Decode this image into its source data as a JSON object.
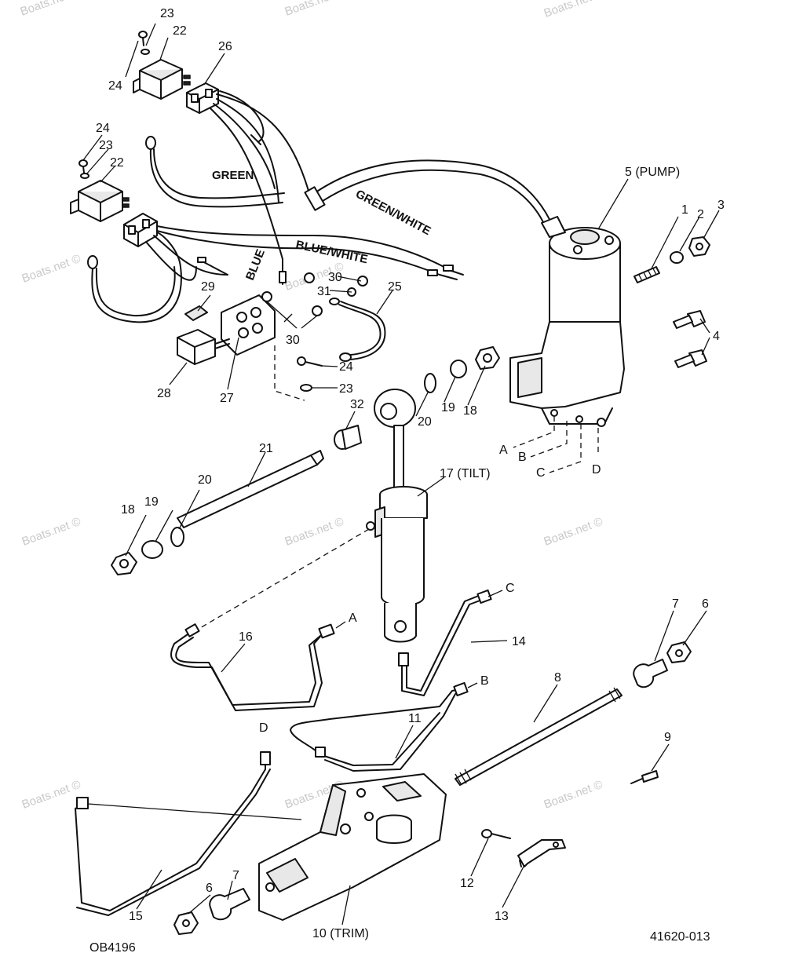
{
  "watermark": "Boats.net ©",
  "callouts": {
    "c1": "1",
    "c2": "2",
    "c3": "3",
    "c4": "4",
    "c5": "5 (PUMP)",
    "c6a": "6",
    "c6b": "6",
    "c7a": "7",
    "c7b": "7",
    "c8": "8",
    "c9": "9",
    "c10": "10 (TRIM)",
    "c11": "11",
    "c12": "12",
    "c13": "13",
    "c14": "14",
    "c15": "15",
    "c16": "16",
    "c17": "17 (TILT)",
    "c18a": "18",
    "c18b": "18",
    "c19a": "19",
    "c19b": "19",
    "c20a": "20",
    "c20b": "20",
    "c21": "21",
    "c22a": "22",
    "c22b": "22",
    "c23a": "23",
    "c23b": "23",
    "c23c": "23",
    "c24a": "24",
    "c24b": "24",
    "c24c": "24",
    "c25": "25",
    "c26": "26",
    "c27": "27",
    "c28": "28",
    "c29": "29",
    "c30a": "30",
    "c30b": "30",
    "c31": "31",
    "c32": "32"
  },
  "ports": {
    "pA": "A",
    "pB": "B",
    "pC": "C",
    "pD": "D",
    "lA": "A",
    "lB": "B",
    "lC": "C",
    "lD": "D"
  },
  "wires": {
    "green": "GREEN",
    "green_white": "GREEN/WHITE",
    "blue": "BLUE",
    "blue_white": "BLUE/WHITE"
  },
  "codes": {
    "left": "OB4196",
    "right": "41620-013"
  }
}
